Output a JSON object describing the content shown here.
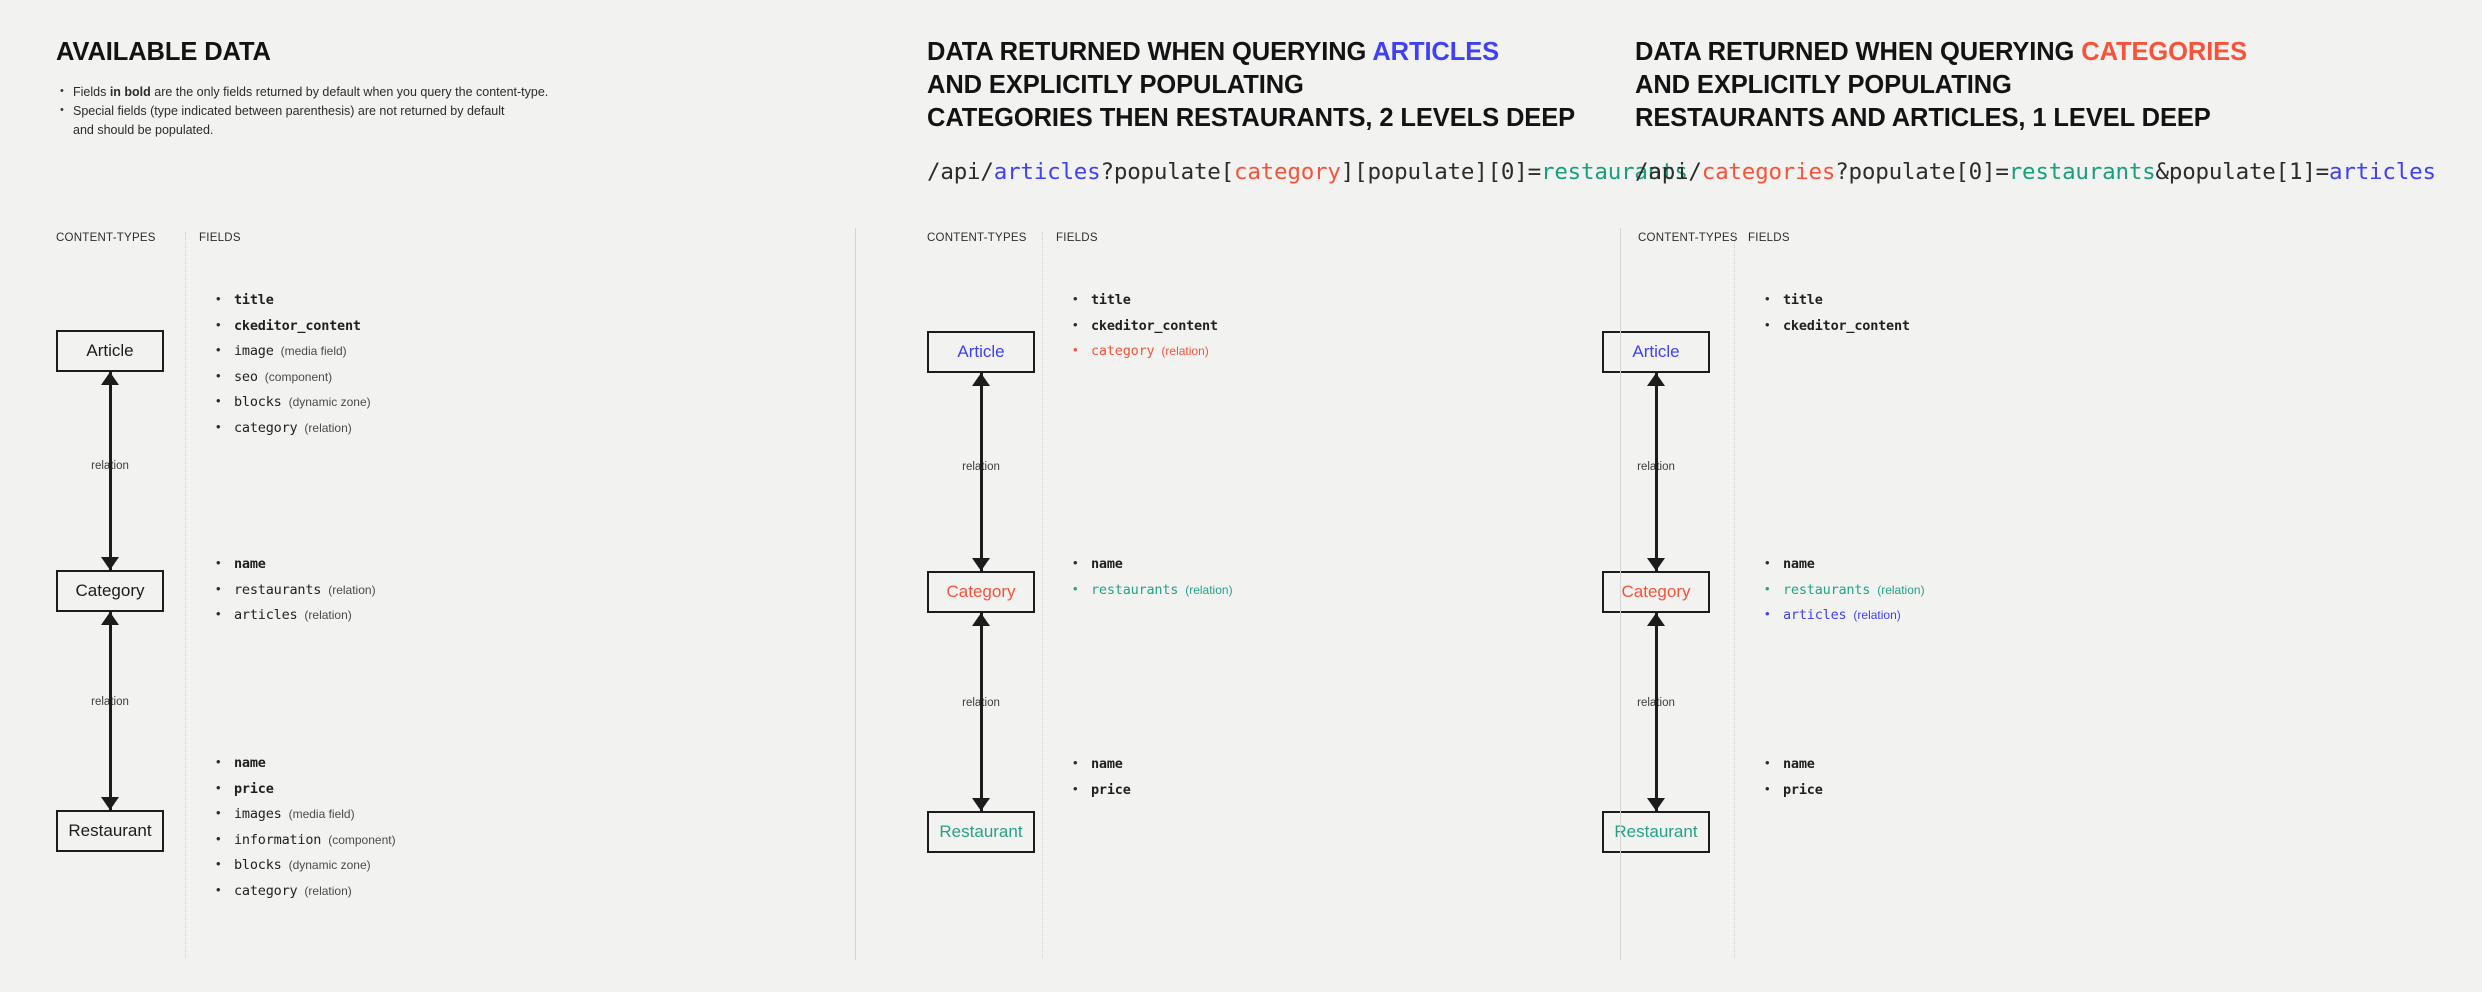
{
  "colors": {
    "background": "#f2f2f1",
    "ink": "#1c1c1c",
    "articles_blue": "#4040f5",
    "categories_red": "#f8533a",
    "restaurants_teal": "#24a287",
    "divider": "#cfcfcd"
  },
  "column_headers": {
    "content_types": "CONTENT-TYPES",
    "fields": "FIELDS"
  },
  "relation_label": "relation",
  "panels": [
    {
      "id": "available-data",
      "title_parts": [
        {
          "text": "AVAILABLE DATA",
          "color": "default"
        }
      ],
      "notes": [
        {
          "pre": "Fields ",
          "bold": "in bold",
          "post": " are the only fields returned by default when you query the content-type."
        },
        {
          "pre": "Special fields (type indicated between parenthesis) are not returned by default",
          "bold": "",
          "post": ""
        },
        {
          "cont": "and should be populated."
        }
      ],
      "url": null,
      "entities": [
        {
          "name": "Article",
          "name_color": "default",
          "fields": [
            {
              "name": "title",
              "type": "",
              "bold": true,
              "color": "default"
            },
            {
              "name": "ckeditor_content",
              "type": "",
              "bold": true,
              "color": "default"
            },
            {
              "name": "image",
              "type": "(media field)",
              "bold": false,
              "color": "default"
            },
            {
              "name": "seo",
              "type": "(component)",
              "bold": false,
              "color": "default"
            },
            {
              "name": "blocks",
              "type": "(dynamic zone)",
              "bold": false,
              "color": "default"
            },
            {
              "name": "category",
              "type": "(relation)",
              "bold": false,
              "color": "default"
            }
          ]
        },
        {
          "name": "Category",
          "name_color": "default",
          "fields": [
            {
              "name": "name",
              "type": "",
              "bold": true,
              "color": "default"
            },
            {
              "name": "restaurants",
              "type": "(relation)",
              "bold": false,
              "color": "default"
            },
            {
              "name": "articles",
              "type": "(relation)",
              "bold": false,
              "color": "default"
            }
          ]
        },
        {
          "name": "Restaurant",
          "name_color": "default",
          "fields": [
            {
              "name": "name",
              "type": "",
              "bold": true,
              "color": "default"
            },
            {
              "name": "price",
              "type": "",
              "bold": true,
              "color": "default"
            },
            {
              "name": "images",
              "type": "(media field)",
              "bold": false,
              "color": "default"
            },
            {
              "name": "information",
              "type": "(component)",
              "bold": false,
              "color": "default"
            },
            {
              "name": "blocks",
              "type": "(dynamic zone)",
              "bold": false,
              "color": "default"
            },
            {
              "name": "category",
              "type": "(relation)",
              "bold": false,
              "color": "default"
            }
          ]
        }
      ]
    },
    {
      "id": "query-articles",
      "title_lines": [
        [
          {
            "text": "DATA RETURNED WHEN QUERYING ",
            "color": "default"
          },
          {
            "text": "ARTICLES",
            "color": "blue"
          }
        ],
        [
          {
            "text": "AND EXPLICITLY POPULATING",
            "color": "default"
          }
        ],
        [
          {
            "text": "CATEGORIES THEN RESTAURANTS, 2 LEVELS DEEP",
            "color": "default"
          }
        ]
      ],
      "url_parts": [
        {
          "text": "/api/",
          "color": "default"
        },
        {
          "text": "articles",
          "color": "blue"
        },
        {
          "text": "?populate[",
          "color": "default"
        },
        {
          "text": "category",
          "color": "red"
        },
        {
          "text": "][populate][0]=",
          "color": "default"
        },
        {
          "text": "restaurants",
          "color": "teal"
        }
      ],
      "entities": [
        {
          "name": "Article",
          "name_color": "blue",
          "fields": [
            {
              "name": "title",
              "type": "",
              "bold": true,
              "color": "default"
            },
            {
              "name": "ckeditor_content",
              "type": "",
              "bold": true,
              "color": "default"
            },
            {
              "name": "category",
              "type": "(relation)",
              "bold": false,
              "color": "red"
            }
          ]
        },
        {
          "name": "Category",
          "name_color": "red",
          "fields": [
            {
              "name": "name",
              "type": "",
              "bold": true,
              "color": "default"
            },
            {
              "name": "restaurants",
              "type": "(relation)",
              "bold": false,
              "color": "teal"
            }
          ]
        },
        {
          "name": "Restaurant",
          "name_color": "teal",
          "fields": [
            {
              "name": "name",
              "type": "",
              "bold": true,
              "color": "default"
            },
            {
              "name": "price",
              "type": "",
              "bold": true,
              "color": "default"
            }
          ]
        }
      ]
    },
    {
      "id": "query-categories",
      "title_lines": [
        [
          {
            "text": "DATA RETURNED WHEN QUERYING ",
            "color": "default"
          },
          {
            "text": "CATEGORIES",
            "color": "red"
          }
        ],
        [
          {
            "text": "AND EXPLICITLY POPULATING",
            "color": "default"
          }
        ],
        [
          {
            "text": "RESTAURANTS AND ARTICLES, 1 LEVEL DEEP",
            "color": "default"
          }
        ]
      ],
      "url_parts": [
        {
          "text": "/api/",
          "color": "default"
        },
        {
          "text": "categories",
          "color": "red"
        },
        {
          "text": "?populate[0]=",
          "color": "default"
        },
        {
          "text": "restaurants",
          "color": "teal"
        },
        {
          "text": "&populate[1]=",
          "color": "default"
        },
        {
          "text": "articles",
          "color": "blue"
        }
      ],
      "entities": [
        {
          "name": "Article",
          "name_color": "blue",
          "fields": [
            {
              "name": "title",
              "type": "",
              "bold": true,
              "color": "default"
            },
            {
              "name": "ckeditor_content",
              "type": "",
              "bold": true,
              "color": "default"
            }
          ]
        },
        {
          "name": "Category",
          "name_color": "red",
          "fields": [
            {
              "name": "name",
              "type": "",
              "bold": true,
              "color": "default"
            },
            {
              "name": "restaurants",
              "type": "(relation)",
              "bold": false,
              "color": "teal"
            },
            {
              "name": "articles",
              "type": "(relation)",
              "bold": false,
              "color": "blue"
            }
          ]
        },
        {
          "name": "Restaurant",
          "name_color": "teal",
          "fields": [
            {
              "name": "name",
              "type": "",
              "bold": true,
              "color": "default"
            },
            {
              "name": "price",
              "type": "",
              "bold": true,
              "color": "default"
            }
          ]
        }
      ]
    }
  ]
}
